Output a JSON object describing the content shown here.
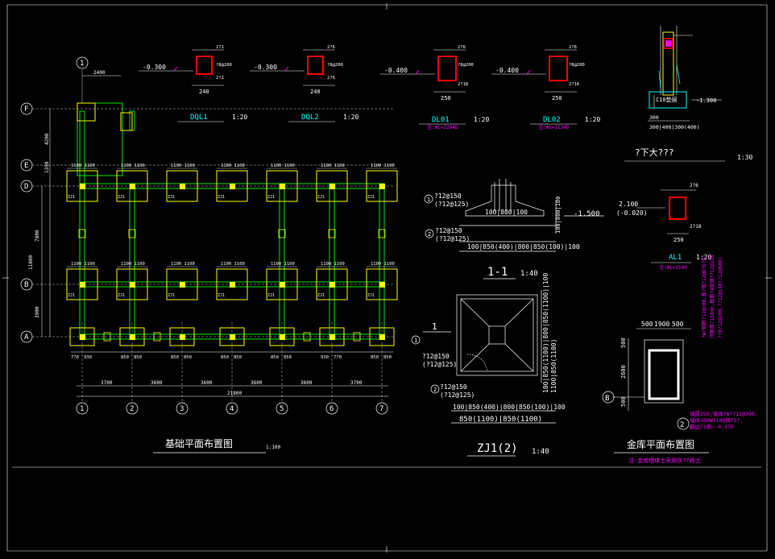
{
  "colors": {
    "background": "#000000",
    "line": "#ffffff",
    "column": "#ffff00",
    "beam": "#00ff00",
    "rebar": "#ff0000",
    "note": "#ff00ff",
    "highlight": "#00ffff"
  },
  "sections": [
    {
      "key": "dql1",
      "title": "DQL1",
      "scale": "1:20",
      "elev": "-0.300",
      "top": "2?2",
      "stir": "?8@200",
      "bot": "2?2",
      "width": "240",
      "note": ""
    },
    {
      "key": "dql2",
      "title": "DQL2",
      "scale": "1:20",
      "elev": "-0.300",
      "top": "2?6",
      "stir": "?8@200",
      "bot": "2?6",
      "width": "240",
      "note": ""
    },
    {
      "key": "dl01",
      "title": "DL01",
      "scale": "1:20",
      "elev": "-0.400",
      "top": "2?6",
      "stir": "?8@200",
      "bot": "2?18",
      "width": "250",
      "note": "注:WL=2204D"
    },
    {
      "key": "dl02",
      "title": "DL02",
      "scale": "1:20",
      "elev": "-0.400",
      "top": "2?6",
      "stir": "?8@200",
      "bot": "2?16",
      "width": "250",
      "note": "注:WL=1134D"
    }
  ],
  "wall_detail": {
    "title": "?下大???",
    "scale": "1:30",
    "concrete": "C10垫层",
    "elev": "-1.300",
    "dims": "300|400|300(400)"
  },
  "al1": {
    "title": "AL1",
    "scale": "1:20",
    "elev_a": "2.100",
    "elev_b": "(-0.020)",
    "width": "250",
    "note": "注:WL=2140"
  },
  "sec11": {
    "title": "1-1",
    "scale": "1:40",
    "elev": "-1.500",
    "rebar1": "?12@150",
    "rebar1b": "(?12@125)",
    "rebar2": "?12@150",
    "rebar2b": "(?12@125)",
    "dims": "100|800|100",
    "bottom": "100|850(400)|800|850(100)|100"
  },
  "zj1": {
    "title": "ZJ1(2)",
    "scale": "1:40",
    "label": "1",
    "rebar1": "?12@150",
    "rebar1b": "(?12@125)",
    "rebar2": "?12@150",
    "rebar2b": "(?12@125)",
    "bottom": "100|850(400)|800|850(100)|100",
    "bottom2": "850(1100)|850(1100)",
    "vert": "100|850(1100)|800|850(1100)|100"
  },
  "warehouse": {
    "title": "金库平面布置图",
    "note": "注:金库墙体土采用灰?7砌土",
    "width_dims": [
      "500",
      "1900",
      "500"
    ],
    "height_dims": [
      "500",
      "2600",
      "500"
    ],
    "axis": "B",
    "mark": "2",
    "side_note": "墙厚250,墙体?W??12@200,\n墙体100W?10@钢?5?,\n翻边?1侧~-0.37D",
    "side_note_v": "?W?钢筋?12@200,板?钢?12@D?D?0?,\n注:顶板厚?150mm,板面?4级钢??12@150,??8?12@200"
  },
  "plan": {
    "title": "基础平面布置图",
    "scale": "1:100",
    "col_axes": [
      "1",
      "2",
      "3",
      "4",
      "5",
      "6",
      "7"
    ],
    "row_axes": [
      "A",
      "B",
      "D",
      "E",
      "F"
    ],
    "bay_dims": [
      "3700",
      "3600",
      "3600",
      "3600",
      "3600",
      "3700"
    ],
    "total": "21800",
    "row_dims_left": [
      "3900",
      "7800",
      "11800"
    ],
    "footing_label": "ZJ1",
    "side_dims": [
      "2400",
      "4200",
      "1350"
    ],
    "top_pair": "1100 1100",
    "bottom_dims": [
      "770",
      "930",
      "850",
      "850",
      "850",
      "850",
      "850",
      "850",
      "850",
      "850",
      "930",
      "770"
    ]
  }
}
